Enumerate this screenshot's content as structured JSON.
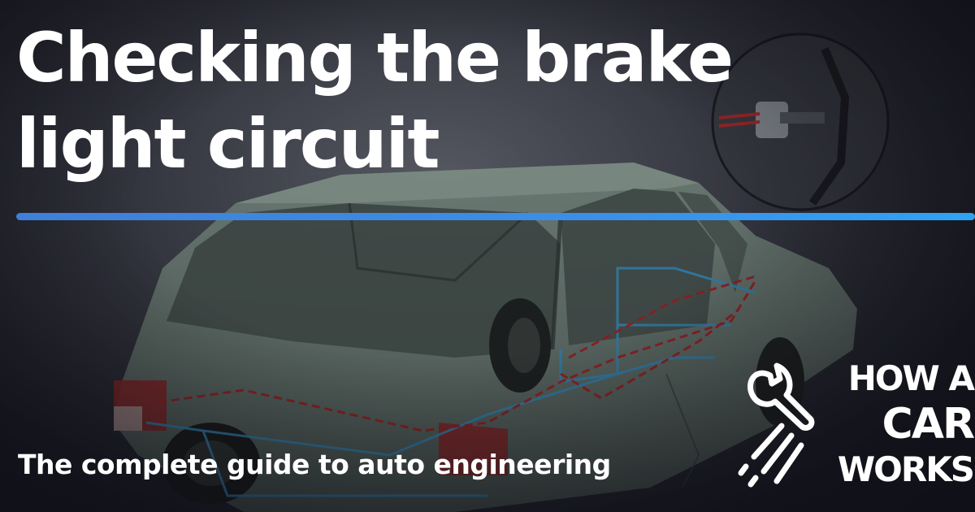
{
  "headline": {
    "line1": "Checking the brake",
    "line2": "light circuit"
  },
  "tagline": "The complete guide to auto engineering",
  "logo": {
    "line1": "HOW A",
    "line2": "CAR",
    "line3": "WORKS",
    "icon": "wrench-icon"
  },
  "colors": {
    "accent_bar_start": "#3f7fd8",
    "accent_bar_end": "#2fa3f2",
    "text": "#ffffff",
    "background": "#1e1f2a",
    "car_body": "#8fa898",
    "wire_red": "#b02424",
    "wire_blue": "#3a9ad0"
  }
}
